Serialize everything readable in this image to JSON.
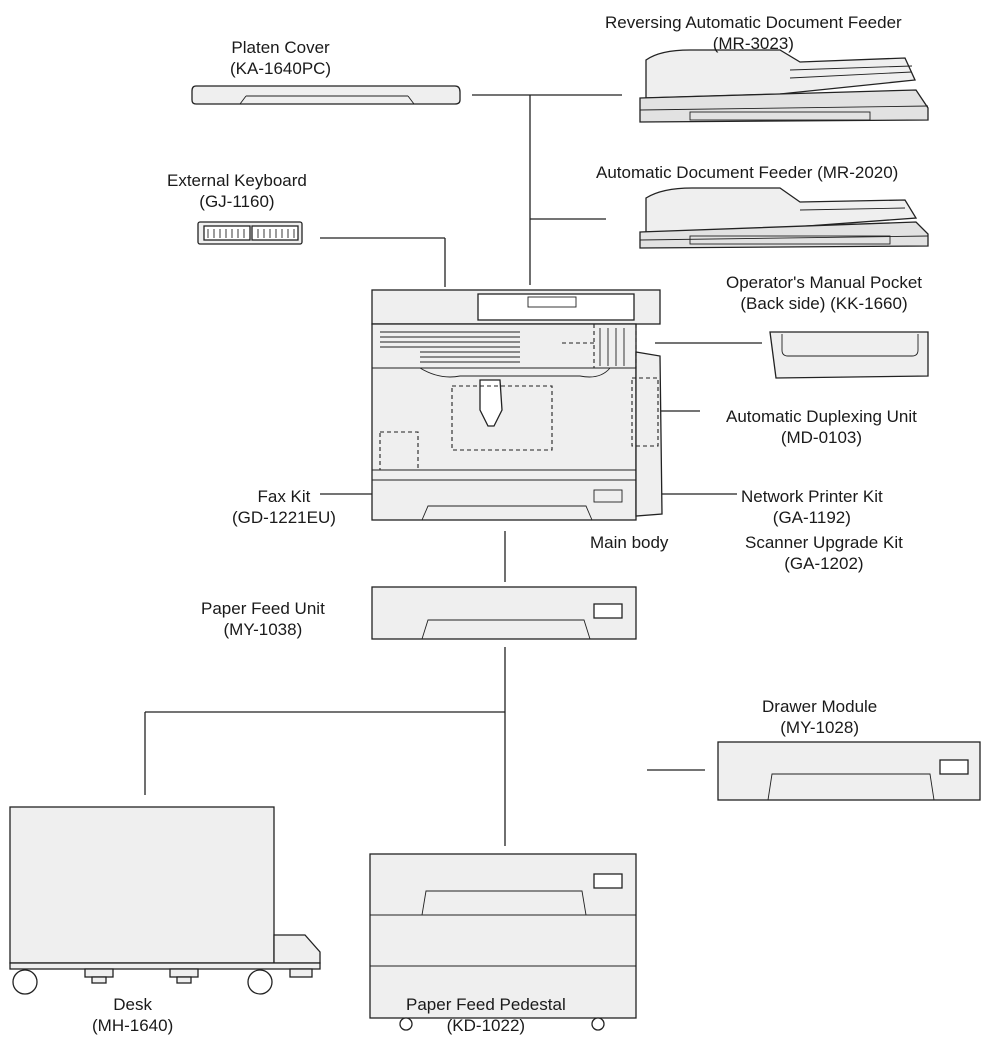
{
  "diagram": {
    "labels": {
      "platen_cover": {
        "name": "Platen Cover",
        "model": "(KA-1640PC)"
      },
      "radf": {
        "name": "Reversing Automatic Document Feeder",
        "model": "(MR-3023)"
      },
      "adf": {
        "name": "Automatic Document Feeder (MR-2020)"
      },
      "keyboard": {
        "name": "External Keyboard",
        "model": "(GJ-1160)"
      },
      "manual_pocket": {
        "name": "Operator's Manual Pocket",
        "model": "(Back side) (KK-1660)"
      },
      "duplex": {
        "name": "Automatic Duplexing Unit",
        "model": "(MD-0103)"
      },
      "fax_kit": {
        "name": "Fax Kit",
        "model": "(GD-1221EU)"
      },
      "network_kit": {
        "name": "Network Printer Kit",
        "model": "(GA-1192)"
      },
      "main_body": {
        "name": "Main body"
      },
      "scanner_kit": {
        "name": "Scanner Upgrade Kit",
        "model": "(GA-1202)"
      },
      "paper_feed_unit": {
        "name": "Paper Feed Unit",
        "model": "(MY-1038)"
      },
      "drawer_module": {
        "name": "Drawer Module",
        "model": "(MY-1028)"
      },
      "desk": {
        "name": "Desk",
        "model": "(MH-1640)"
      },
      "pedestal": {
        "name": "Paper Feed Pedestal",
        "model": "(KD-1022)"
      }
    },
    "icons": [
      "platen-cover-icon",
      "radf-icon",
      "adf-icon",
      "keyboard-icon",
      "main-body-icon",
      "manual-pocket-icon",
      "paper-feed-unit-icon",
      "desk-icon",
      "pedestal-icon",
      "drawer-module-icon"
    ]
  }
}
